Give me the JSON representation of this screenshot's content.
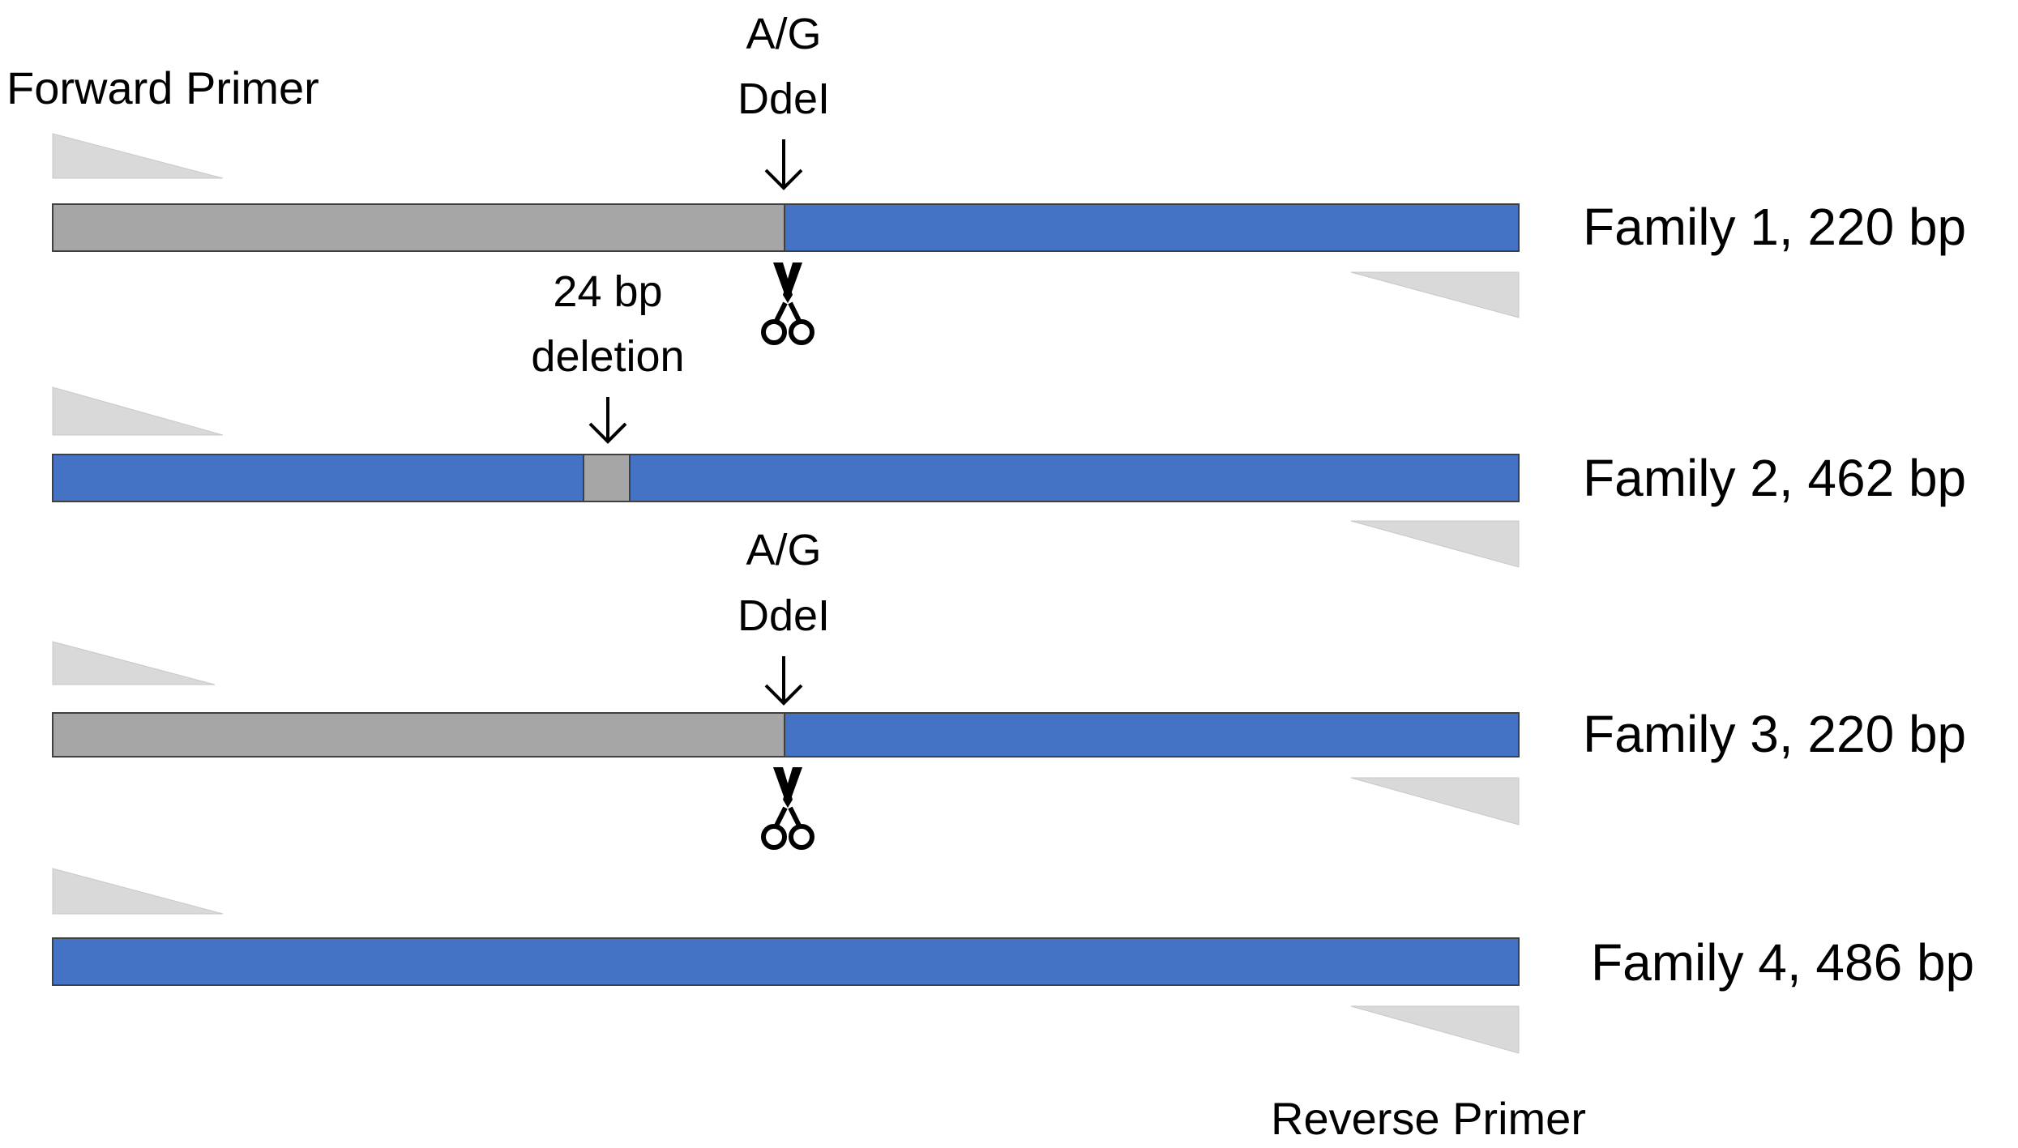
{
  "primers": {
    "forward_label": "Forward Primer",
    "reverse_label": "Reverse Primer"
  },
  "families": [
    {
      "label": "Family 1, 220 bp",
      "annotation_lines": [
        "A/G",
        "DdeI"
      ],
      "segments": [
        {
          "kind": "grey",
          "fraction": 0.5
        },
        {
          "kind": "blue",
          "fraction": 0.5
        }
      ],
      "cut": true
    },
    {
      "label": "Family 2, 462 bp",
      "annotation_lines": [
        "24 bp",
        "deletion"
      ],
      "segments": [
        {
          "kind": "blue",
          "fraction": 0.362
        },
        {
          "kind": "grey",
          "fraction": 0.032
        },
        {
          "kind": "blue",
          "fraction": 0.606
        }
      ],
      "cut": false
    },
    {
      "label": "Family 3, 220 bp",
      "annotation_lines": [
        "A/G",
        "DdeI"
      ],
      "segments": [
        {
          "kind": "grey",
          "fraction": 0.5
        },
        {
          "kind": "blue",
          "fraction": 0.5
        }
      ],
      "cut": true
    },
    {
      "label": "Family 4, 486 bp",
      "annotation_lines": [],
      "segments": [
        {
          "kind": "blue",
          "fraction": 1.0
        }
      ],
      "cut": false
    }
  ],
  "colors": {
    "blue": "#4472C4",
    "grey": "#A6A6A6",
    "primer": "#D9D9D9",
    "outline": "#404040"
  }
}
